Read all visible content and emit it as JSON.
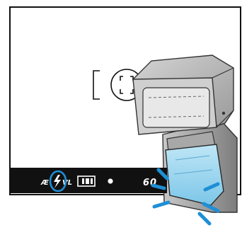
{
  "viewfinder": {
    "shutter_display": "60",
    "indicators": [
      {
        "name": "af-lock-icon",
        "glyph": "Æ"
      },
      {
        "name": "flash-ready-icon",
        "glyph": "ϟ"
      },
      {
        "name": "fv-lock-label",
        "text": "VL"
      },
      {
        "name": "metering-icon",
        "glyph": "▣"
      },
      {
        "name": "focus-confirm-icon",
        "glyph": "●"
      }
    ],
    "highlight_color": "#1e8fd6"
  },
  "flash_unit": {
    "body_color": "#b9b9b9",
    "body_shadow_color": "#8c8c8c",
    "af_assist_window_color": "#9fd6ef",
    "emission_lines_color": "#1e8fd6"
  }
}
